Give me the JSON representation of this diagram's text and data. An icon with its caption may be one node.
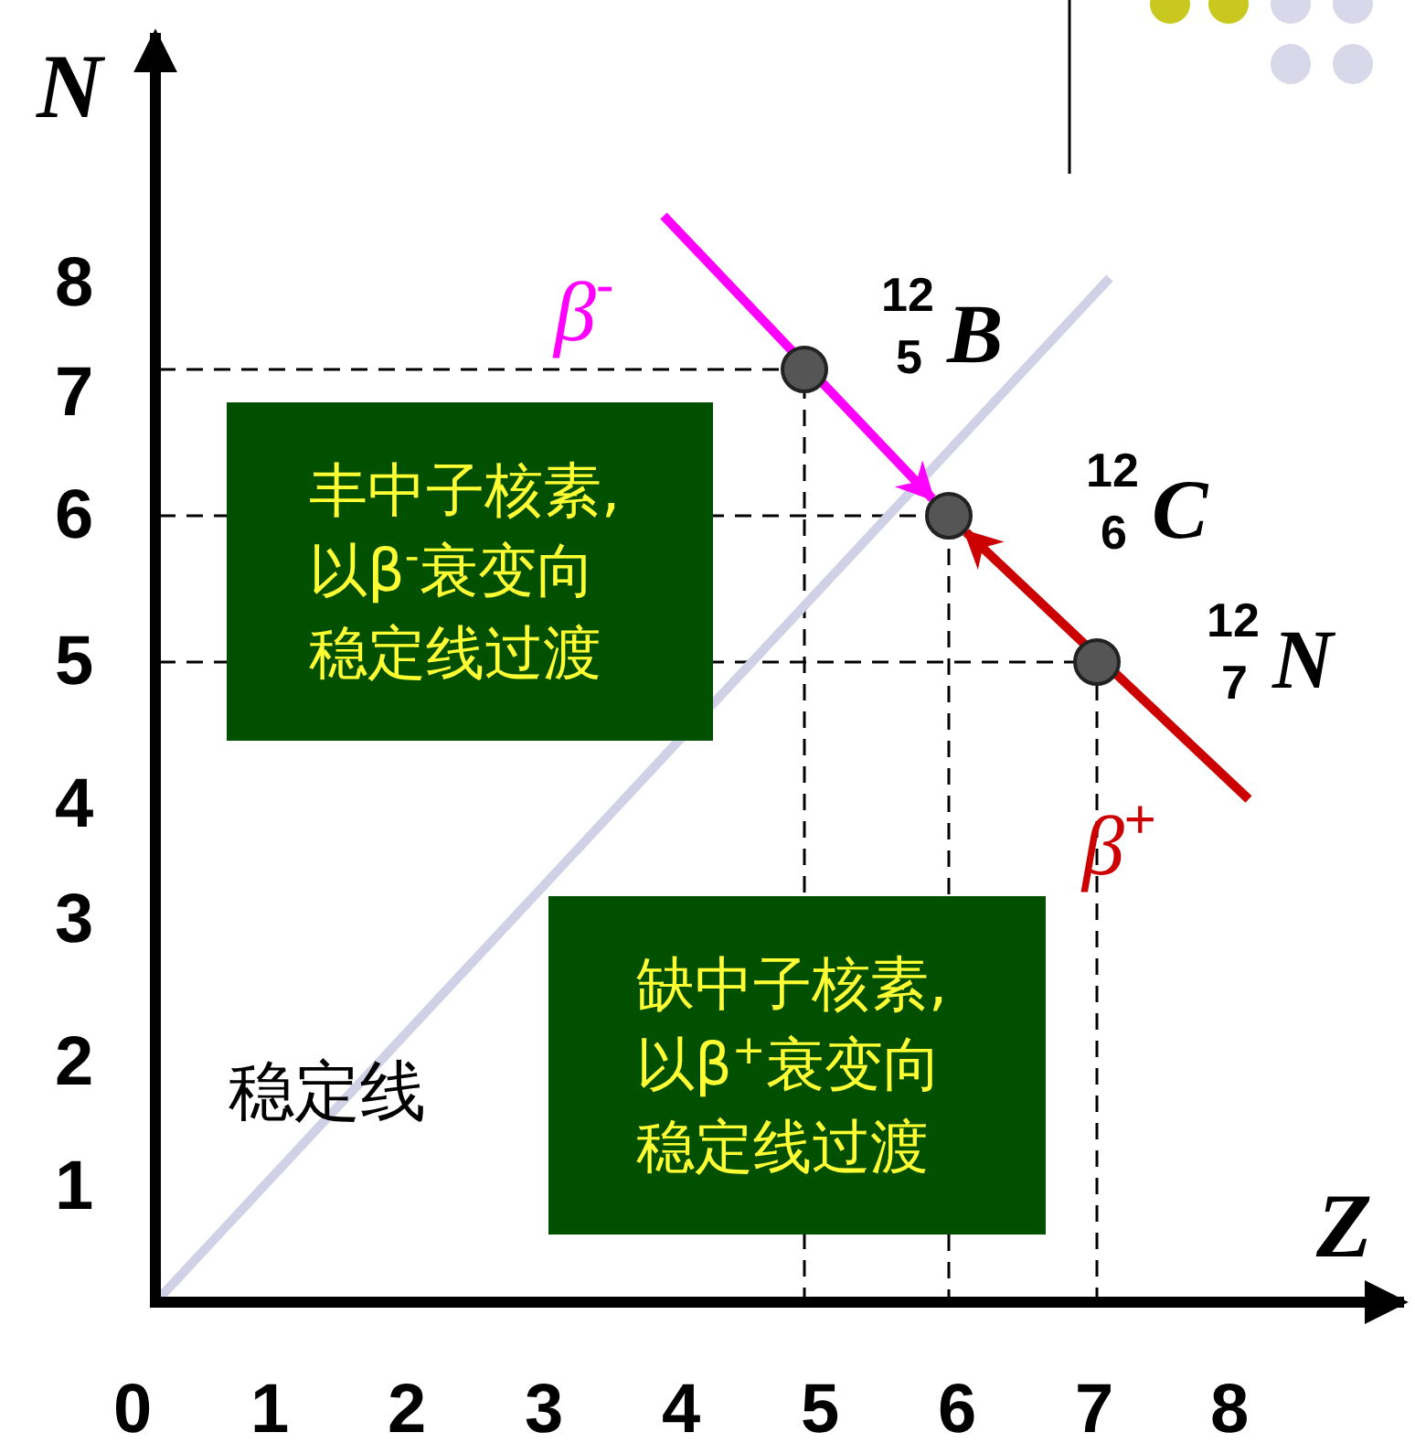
{
  "diagram": {
    "nodes": [
      {
        "text": [],
        "shape": "circle",
        "beside": [
          "$^{12}$$_{5}$B"
        ]
      },
      {
        "text": [
          "丰中子核素,以β$^{-}$衰变向稳定线过渡"
        ]
      },
      {
        "text": [],
        "shape": "circle",
        "beside": [
          "$^{12}$$_{6}$C"
        ]
      },
      {
        "text": [],
        "shape": "circle",
        "beside": [
          "$^{12}$$_{7}$N"
        ]
      },
      {
        "text": [
          "缺中子核素,以β$^{+}$衰变向稳定线过渡"
        ]
      }
    ],
    "edges": [
      {
        "from": null,
        "to": 2,
        "arrow": "to",
        "label": "β$^{-}$",
        "color": "#ff00ff"
      },
      {
        "from": null,
        "to": 2,
        "arrow": "to",
        "label": "β$^{+}$",
        "color": "#cc0000"
      }
    ],
    "labels": [
      "N",
      "8",
      "7",
      "6",
      "5",
      "4",
      "3",
      "2",
      "稳定线",
      "1",
      "Z",
      "0",
      "1",
      "2",
      "3",
      "4",
      "5",
      "6",
      "7",
      "8"
    ]
  }
}
